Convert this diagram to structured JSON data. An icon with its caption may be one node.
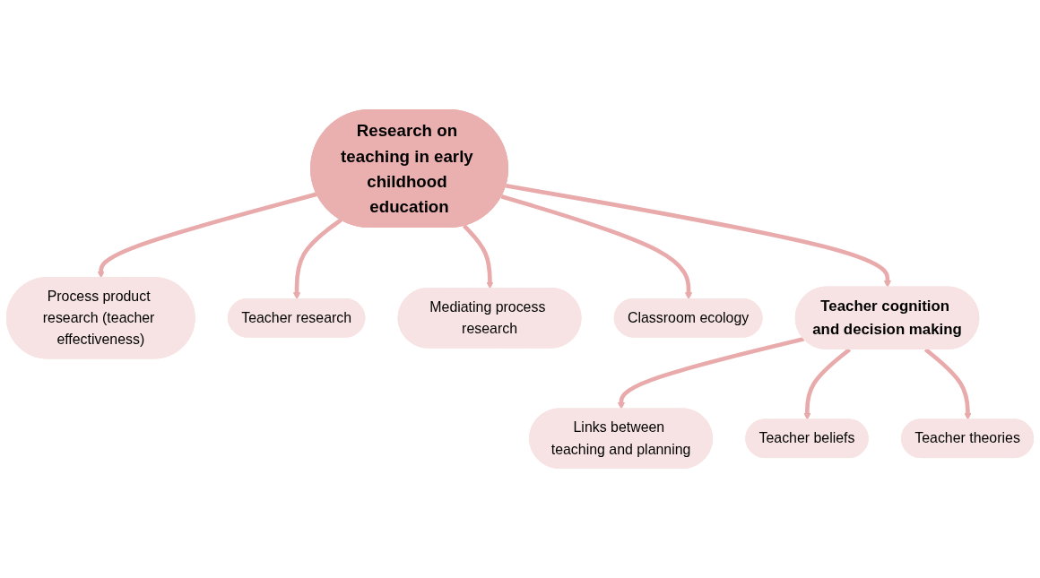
{
  "diagram": {
    "nodes": [
      {
        "text": [
          "Research on teaching in early childhood education"
        ]
      },
      {
        "text": [
          "Process product research (teacher effectiveness)"
        ]
      },
      {
        "text": [
          "Teacher research"
        ]
      },
      {
        "text": [
          "Mediating process research"
        ]
      },
      {
        "text": [
          "Classroom ecology"
        ]
      },
      {
        "text": [
          "Teacher cognition and decision making"
        ]
      },
      {
        "text": [
          "Links between teaching and planning"
        ]
      },
      {
        "text": [
          "Teacher beliefs"
        ]
      },
      {
        "text": [
          "Teacher theories"
        ]
      }
    ],
    "edges": [
      {
        "from": 0,
        "to": 1,
        "arrow": "to"
      },
      {
        "from": 0,
        "to": 2,
        "arrow": "to"
      },
      {
        "from": 0,
        "to": 3,
        "arrow": "to"
      },
      {
        "from": 0,
        "to": 4,
        "arrow": "to"
      },
      {
        "from": 0,
        "to": 5,
        "arrow": "to"
      },
      {
        "from": 5,
        "to": 6,
        "arrow": "to"
      },
      {
        "from": 5,
        "to": 7,
        "arrow": "to"
      },
      {
        "from": 5,
        "to": 8,
        "arrow": "to"
      }
    ]
  }
}
